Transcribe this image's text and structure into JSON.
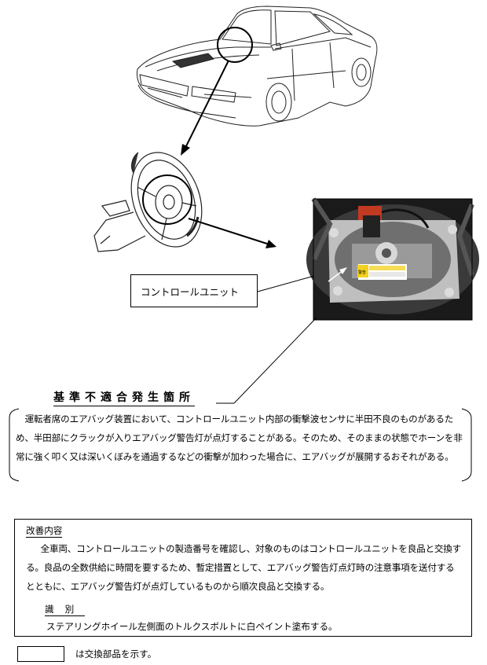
{
  "figure": {
    "control_unit_label": "コントロールユニット",
    "label_sticker_text": "警告"
  },
  "defect": {
    "title": "基準不適合発生箇所",
    "description": "運転者席のエアバッグ装置において、コントロールユニット内部の衝撃波センサに半田不良のものがあるため、半田部にクラックが入りエアバッグ警告灯が点灯することがある。そのため、そのままの状態でホーンを非常に強く叩く又は深いくぼみを通過するなどの衝撃が加わった場合に、エアバッグが展開するおそれがある。"
  },
  "remedy": {
    "title": "改善内容",
    "text": "全車両、コントロールユニットの製造番号を確認し、対象のものはコントロールユニットを良品と交換する。良品の全数供給に時間を要するため、暫定措置として、エアバッグ警告灯点灯時の注意事項を送付するとともに、エアバッグ警告灯が点灯しているものから順次良品と交換する。",
    "identification_title": "識別",
    "identification_text": "ステアリングホイール左側面のトルクスボルトに白ペイント塗布する。"
  },
  "legend": {
    "text": "は交換部品を示す。"
  }
}
